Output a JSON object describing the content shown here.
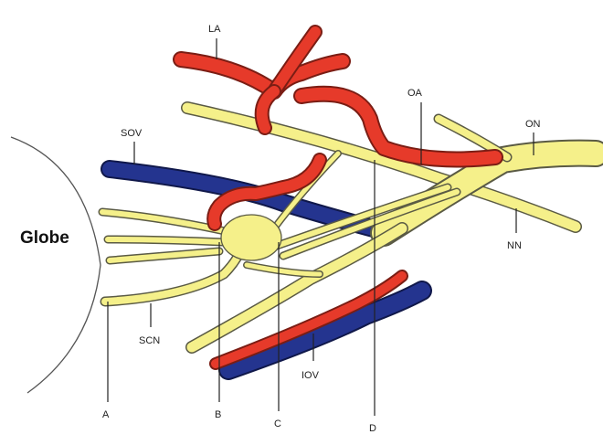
{
  "labels": {
    "globe": "Globe",
    "la": "LA",
    "sov": "SOV",
    "oa": "OA",
    "on": "ON",
    "nn": "NN",
    "scn": "SCN",
    "iov": "IOV",
    "a": "A",
    "b": "B",
    "c": "C",
    "d": "D"
  },
  "colors": {
    "nerve": "#f5f08a",
    "artery": "#e63a2a",
    "vein": "#24348f",
    "background": "#ffffff"
  }
}
